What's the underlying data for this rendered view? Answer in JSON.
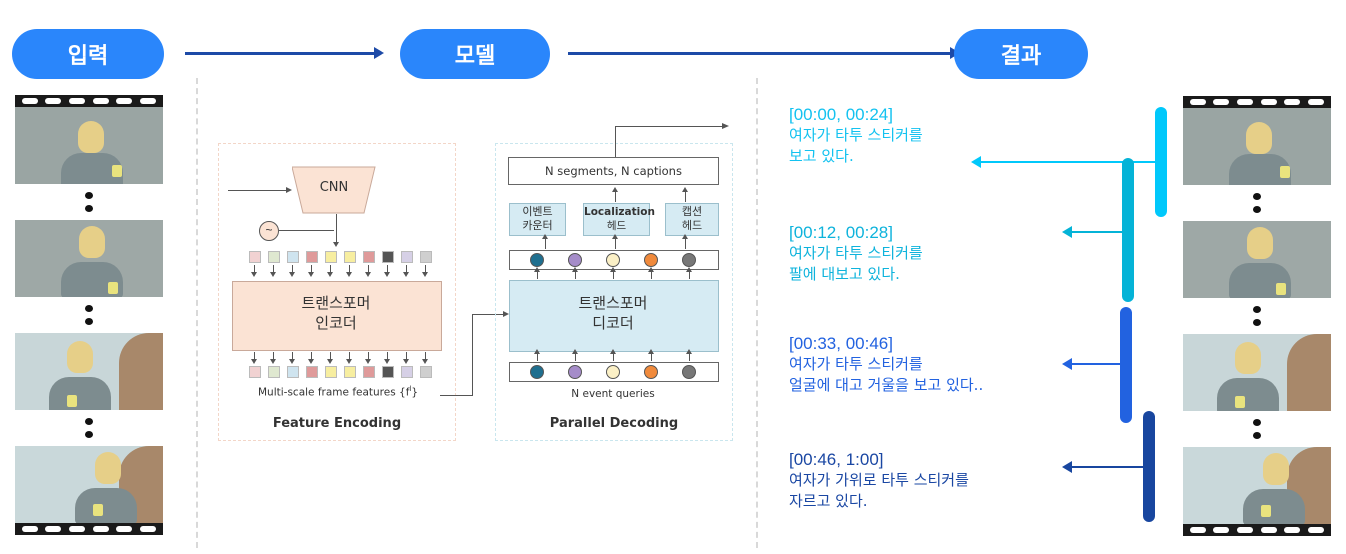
{
  "header": {
    "stages": [
      {
        "label": "입력"
      },
      {
        "label": "모델"
      },
      {
        "label": "결과"
      }
    ],
    "colors": {
      "pill": "#2a86fb",
      "arrow": "#1d4aa7"
    }
  },
  "input": {
    "frames": [
      "frame-1",
      "frame-2",
      "frame-3",
      "frame-4"
    ]
  },
  "model": {
    "feature_encoding": {
      "cnn_label": "CNN",
      "positional_icon": "~",
      "encoder_label_line1": "트랜스포머",
      "encoder_label_line2": "인코더",
      "features_label": "Multi-scale frame features {f",
      "features_sup": "l",
      "features_end": "}",
      "title": "Feature Encoding",
      "token_colors": [
        "#f1d2d2",
        "#dfe8d0",
        "#cfe4ef",
        "#df9a9a",
        "#f7eea0",
        "#f7eea0",
        "#df9a9a",
        "#555555",
        "#d6d0e6",
        "#cfcfcf"
      ]
    },
    "parallel_decoding": {
      "output_label": "N segments, N captions",
      "heads": [
        {
          "line1": "이벤트",
          "line2": "카운터"
        },
        {
          "line1": "Localization",
          "line2": "헤드"
        },
        {
          "line1": "캡션",
          "line2": "헤드"
        }
      ],
      "decoder_label_line1": "트랜스포머",
      "decoder_label_line2": "디코더",
      "queries_label": "N event queries",
      "title": "Parallel Decoding",
      "query_colors": [
        "#1f6f8f",
        "#a58cc9",
        "#fbf0c6",
        "#f08a3c",
        "#777777"
      ]
    }
  },
  "results": {
    "items": [
      {
        "timestamp": "[00:00, 00:24]",
        "line1": "여자가 타투 스티커를",
        "line2": "보고 있다.",
        "color": "#13c2f0"
      },
      {
        "timestamp": "[00:12, 00:28]",
        "line1": "여자가 타투 스티커를",
        "line2": "팔에 대보고 있다.",
        "color": "#0eb3dc"
      },
      {
        "timestamp": "[00:33, 00:46]",
        "line1": "여자가 타투 스티커를",
        "line2": "얼굴에 대고 거울을 보고 있다..",
        "color": "#2262e0"
      },
      {
        "timestamp": "[00:46, 1:00]",
        "line1": "여자가 가위로 타투 스티커를",
        "line2": "자르고 있다.",
        "color": "#1a47a3"
      }
    ],
    "bar_colors": [
      "#00c8fb",
      "#04b3d7",
      "#2262e0",
      "#18469f"
    ]
  }
}
